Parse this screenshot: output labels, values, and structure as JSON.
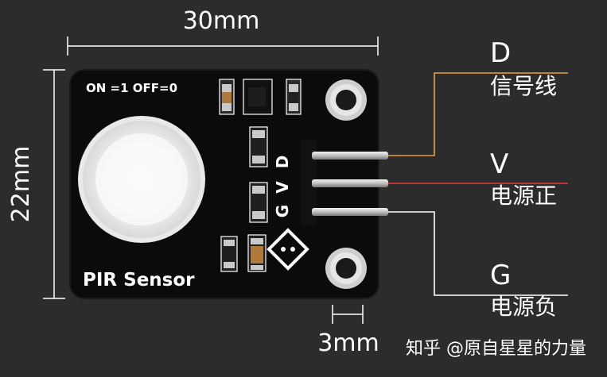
{
  "dimensions": {
    "width": "30mm",
    "height": "22mm",
    "pin_length": "3mm"
  },
  "board": {
    "name": "PIR Sensor",
    "jumper_text": "ON =1 OFF=0",
    "header_g": "G",
    "header_v": "V",
    "header_d": "D"
  },
  "pins": [
    {
      "letter": "D",
      "desc": "信号线",
      "color": "#e7a23a"
    },
    {
      "letter": "V",
      "desc": "电源正",
      "color": "#e53935"
    },
    {
      "letter": "G",
      "desc": "电源负",
      "color": "#ffffff"
    }
  ],
  "watermark": "知乎 @原自星星的力量"
}
